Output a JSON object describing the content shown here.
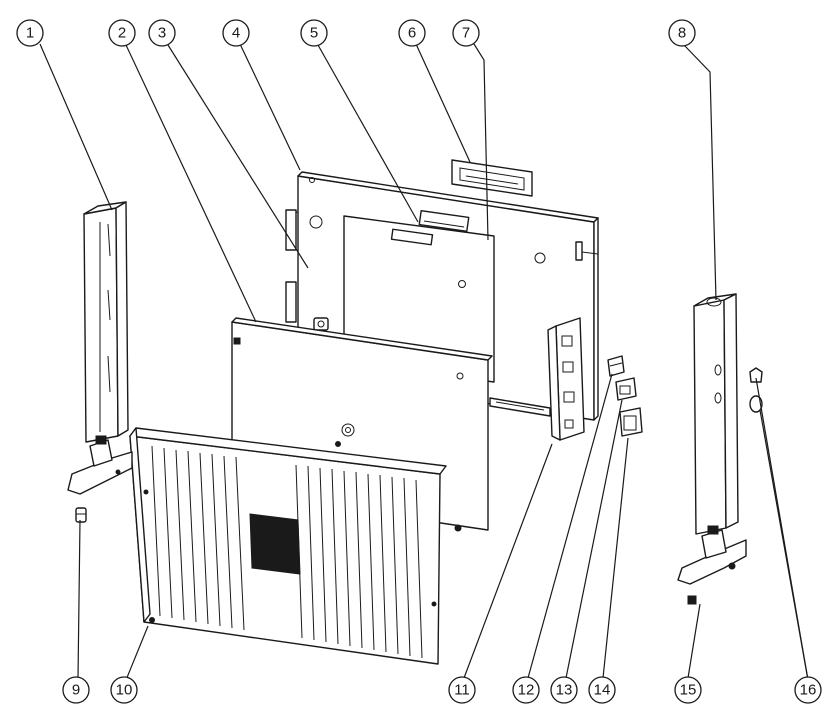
{
  "callouts": [
    {
      "id": "1",
      "label": "1"
    },
    {
      "id": "2",
      "label": "2"
    },
    {
      "id": "3",
      "label": "3"
    },
    {
      "id": "4",
      "label": "4"
    },
    {
      "id": "5",
      "label": "5"
    },
    {
      "id": "6",
      "label": "6"
    },
    {
      "id": "7",
      "label": "7"
    },
    {
      "id": "8",
      "label": "8"
    },
    {
      "id": "9",
      "label": "9"
    },
    {
      "id": "10",
      "label": "10"
    },
    {
      "id": "11",
      "label": "11"
    },
    {
      "id": "12",
      "label": "12"
    },
    {
      "id": "13",
      "label": "13"
    },
    {
      "id": "14",
      "label": "14"
    },
    {
      "id": "15",
      "label": "15"
    },
    {
      "id": "16",
      "label": "16"
    }
  ],
  "colors": {
    "ink": "#1a1a1a",
    "paper": "#ffffff"
  }
}
